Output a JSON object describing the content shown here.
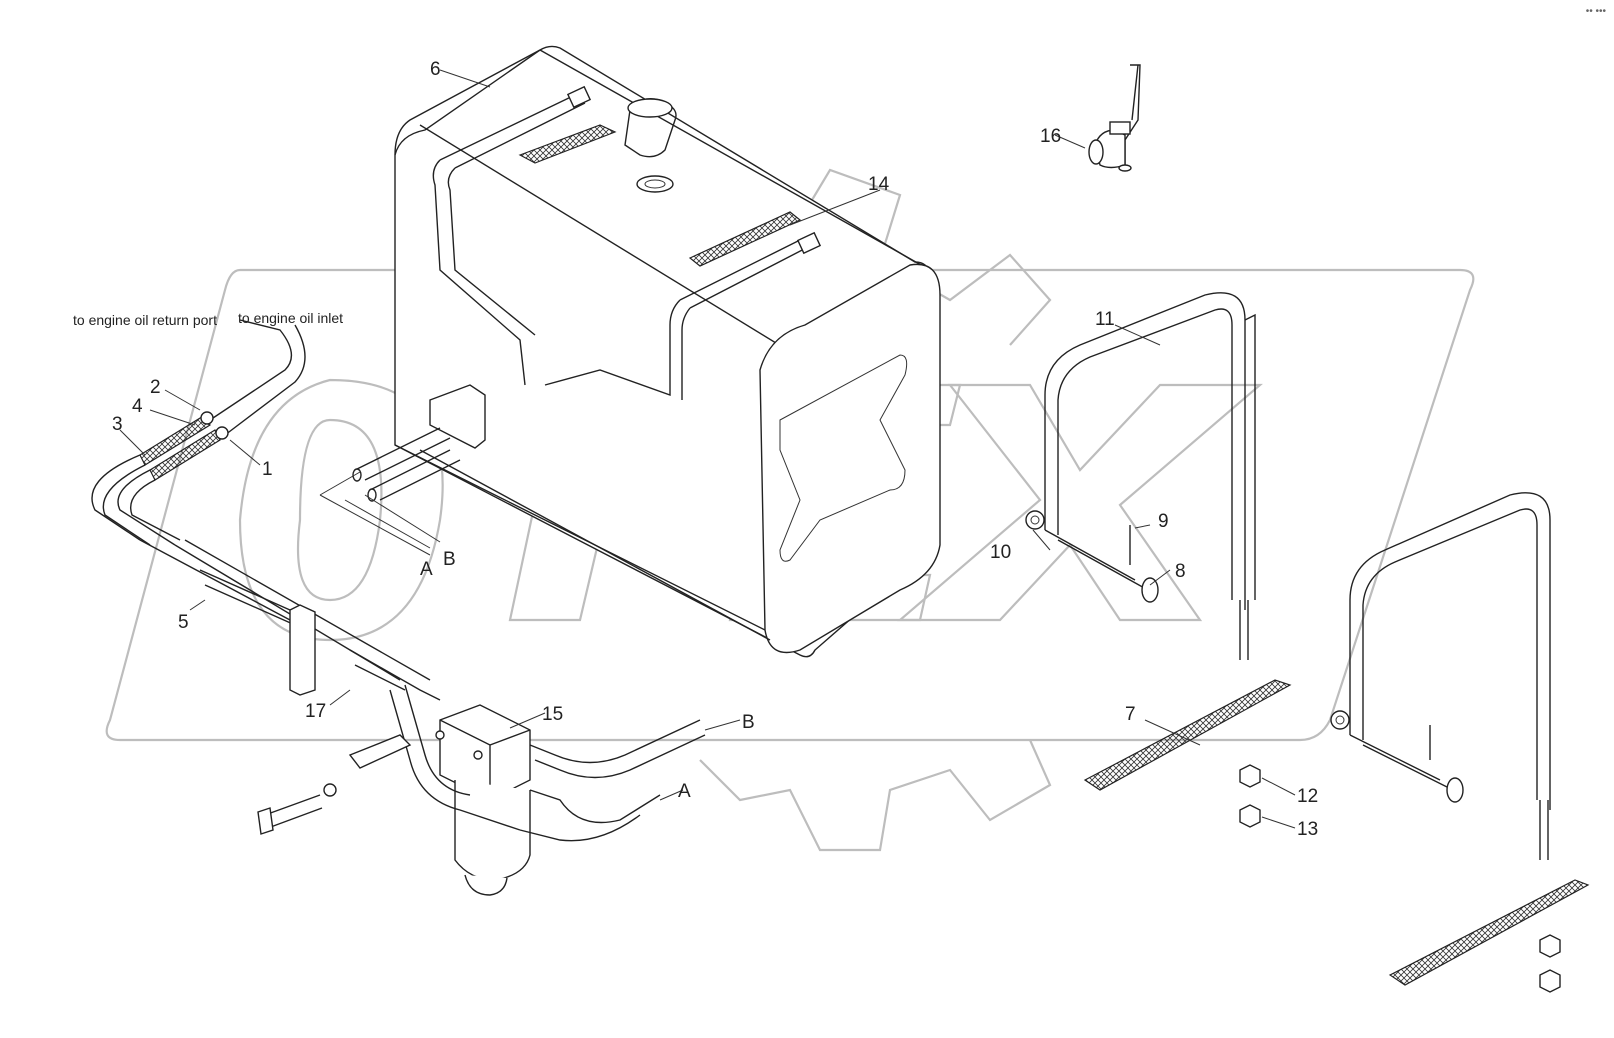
{
  "diagram": {
    "notes": {
      "return_port": "to engine oil return port",
      "inlet": "to engine oil inlet"
    },
    "callouts": {
      "c1": "1",
      "c2": "2",
      "c3": "3",
      "c4": "4",
      "c5": "5",
      "c6": "6",
      "c7": "7",
      "c8": "8",
      "c9": "9",
      "c10": "10",
      "c11": "11",
      "c12": "12",
      "c13": "13",
      "c14": "14",
      "c15": "15",
      "c16": "16",
      "c17": "17"
    },
    "connection_labels": {
      "a_tank": "A",
      "b_tank": "B",
      "a_filter": "A",
      "b_filter": "B"
    },
    "watermark": "OPEX",
    "corner_mark": "•• •••"
  }
}
